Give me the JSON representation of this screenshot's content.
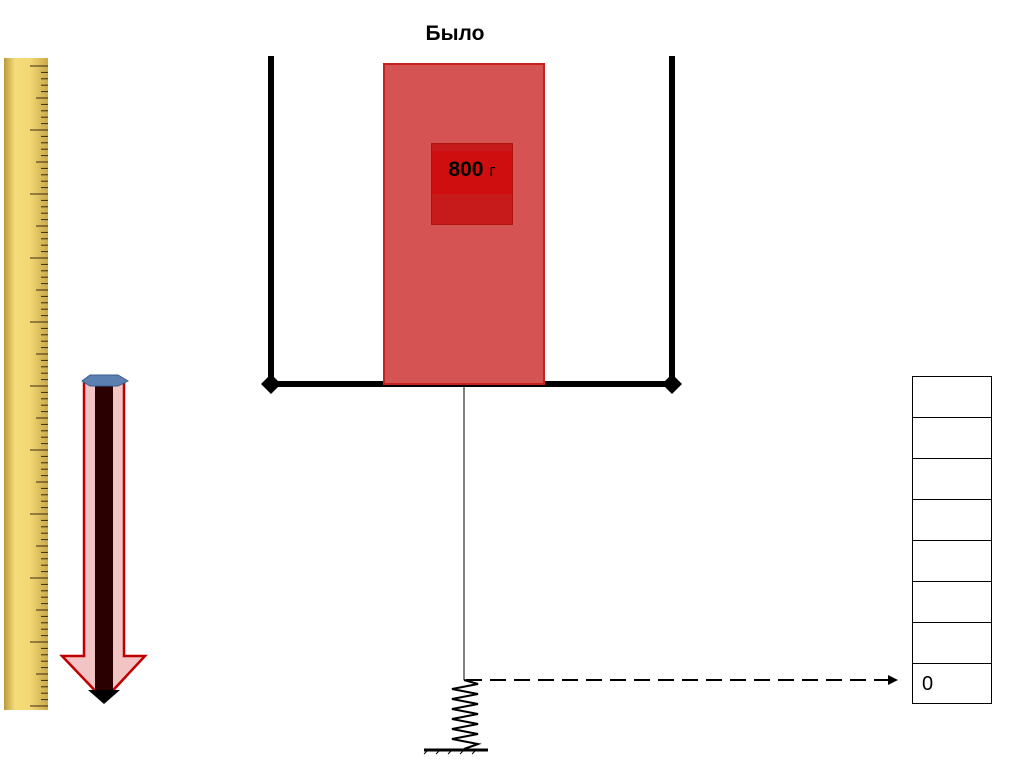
{
  "title": "Было",
  "weight": {
    "value": "800",
    "unit": "г"
  },
  "scale": {
    "rows": [
      "",
      "",
      "",
      "",
      "",
      "",
      "",
      "0"
    ]
  },
  "colors": {
    "weight_fill": "#d65353",
    "weight_border": "#c62020",
    "label_fill": "#c71a1a",
    "arrow_fill": "#f2c4c4",
    "arrow_outline": "#c00000",
    "arrow_core": "#2a0000",
    "ruler_yellow": "#f3d774"
  },
  "icons": {
    "arrow": "down-arrow-icon",
    "spring": "spring-icon",
    "ruler": "ruler-icon"
  }
}
